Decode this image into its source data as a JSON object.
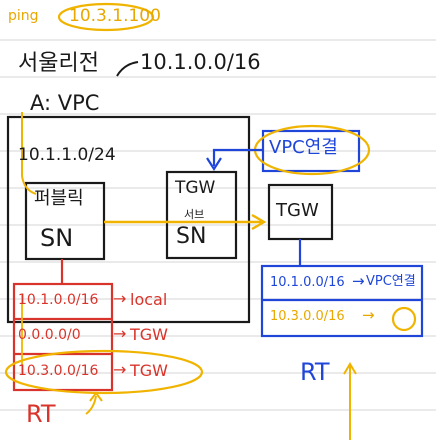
{
  "ping": {
    "label": "ping",
    "address": "10.3.1.100"
  },
  "region": {
    "name": "서울리전",
    "cidr": "10.1.0.0/16"
  },
  "vpc_a": {
    "label": "A: VPC"
  },
  "subnet_cidr": "10.1.1.0/24",
  "private_subnet": {
    "line1": "퍼블릭",
    "line2": "SN"
  },
  "tgw_subnet": {
    "line1": "TGW",
    "line2": "서브",
    "line3": "SN"
  },
  "tgw_box": {
    "label": "TGW"
  },
  "vpc_connect": {
    "label": "VPC연결"
  },
  "rt_a": {
    "rows": [
      {
        "dest": "10.1.0.0/16",
        "arrow": "→",
        "target": "local"
      },
      {
        "dest": "0.0.0.0/0",
        "arrow": "→",
        "target": "TGW"
      },
      {
        "dest": "10.3.0.0/16",
        "arrow": "→",
        "target": "TGW"
      }
    ],
    "label": "RT"
  },
  "rt_tgw": {
    "rows": [
      {
        "dest": "10.1.0.0/16",
        "arrow": "→",
        "target": "VPC연결"
      },
      {
        "dest": "10.3.0.0/16",
        "arrow": "→",
        "target": ""
      }
    ],
    "label": "RT"
  },
  "colors": {
    "ink": "#1a1a1a",
    "red": "#d9342b",
    "blue": "#1f46d8",
    "highlight": "#f0b400",
    "rule_line": "#d6d6d6"
  }
}
